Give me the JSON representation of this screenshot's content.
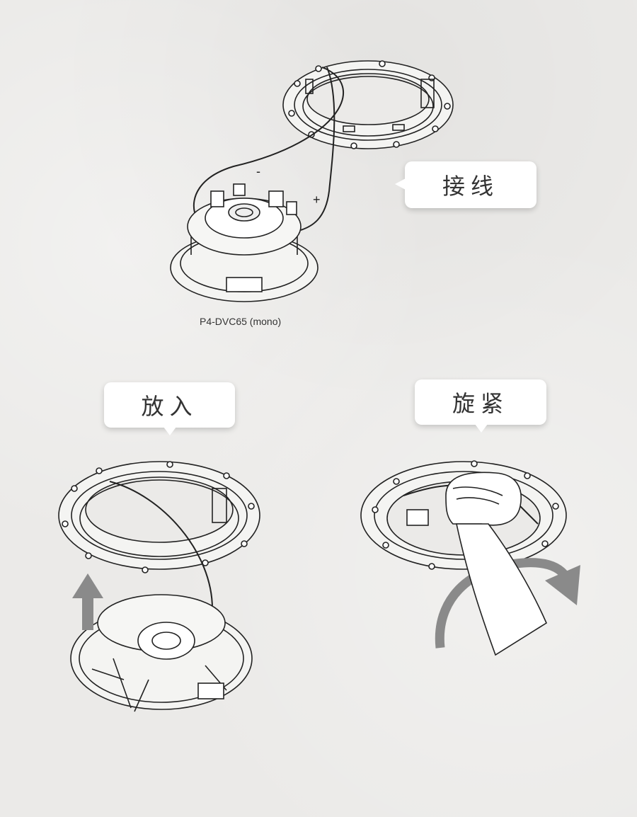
{
  "steps": [
    {
      "label": "接线"
    },
    {
      "label": "放入"
    },
    {
      "label": "旋紧"
    }
  ],
  "model_caption": "P4-DVC65 (mono)",
  "polarity": {
    "negative": "-",
    "positive": "+"
  },
  "colors": {
    "background": "#ebeae8",
    "arrow": "#8a8a8a",
    "line": "#222222",
    "bubble": "#ffffff"
  }
}
